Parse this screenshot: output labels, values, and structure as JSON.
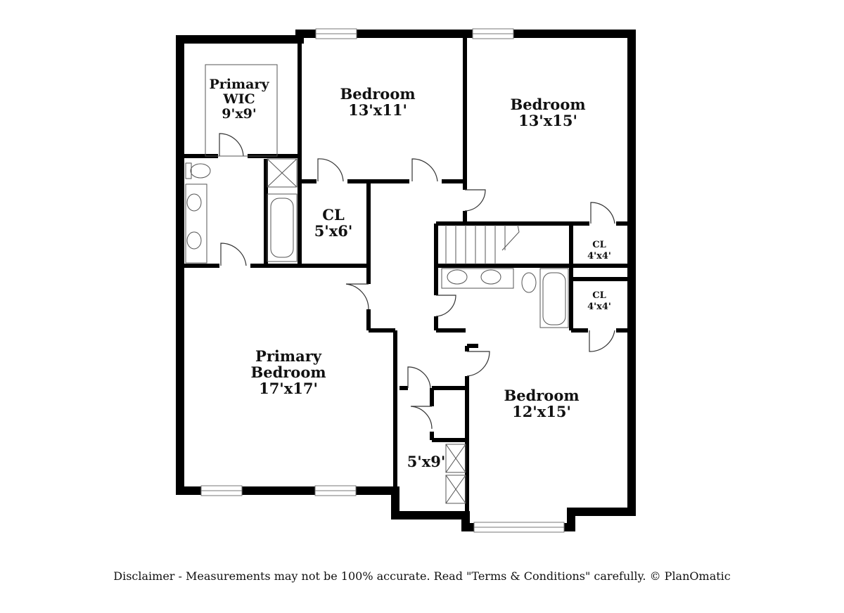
{
  "rooms": {
    "primary_wic": {
      "name_line1": "Primary",
      "name_line2": "WIC",
      "size": "9'x9'"
    },
    "bedroom_1": {
      "name": "Bedroom",
      "size": "13'x11'"
    },
    "bedroom_2": {
      "name": "Bedroom",
      "size": "13'x15'"
    },
    "cl_main": {
      "name": "CL",
      "size": "5'x6'"
    },
    "cl_a": {
      "name": "CL",
      "size": "4'x4'"
    },
    "cl_b": {
      "name": "CL",
      "size": "4'x4'"
    },
    "primary_bedroom": {
      "name_line1": "Primary",
      "name_line2": "Bedroom",
      "size": "17'x17'"
    },
    "bedroom_3": {
      "name": "Bedroom",
      "size": "12'x15'"
    },
    "laundry": {
      "size": "5'x9'"
    }
  },
  "disclaimer": "Disclaimer - Measurements may not be 100% accurate. Read \"Terms & Conditions\" carefully. © PlanOmatic"
}
